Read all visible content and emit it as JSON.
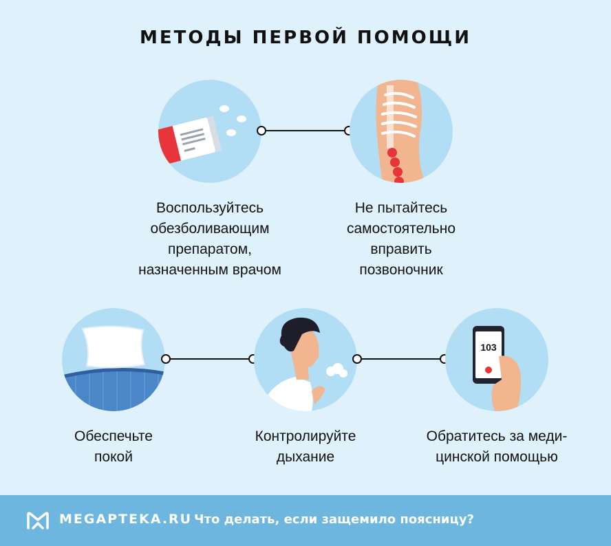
{
  "header": {
    "title": "МЕТОДЫ ПЕРВОЙ ПОМОЩИ"
  },
  "steps": [
    {
      "caption": "Воспользуйтесь\nобезболивающим\nпрепаратом,\nназначенным врачом",
      "icon": "pills-icon"
    },
    {
      "caption": "Не пытайтесь\nсамостоятельно\nвправить\nпозвоночник",
      "icon": "spine-icon"
    },
    {
      "caption": "Обеспечьте\nпокой",
      "icon": "pillow-icon"
    },
    {
      "caption": "Контролируйте\nдыхание",
      "icon": "breathing-icon"
    },
    {
      "caption": "Обратитесь за меди-\nцинской помощью",
      "icon": "phone-icon"
    }
  ],
  "phone": {
    "number": "103"
  },
  "footer": {
    "brand": "MEGAPTEKA.RU",
    "subtitle": "Что делать, если защемило поясницу?"
  },
  "colors": {
    "background": "#dff1fb",
    "circle": "#b2def5",
    "footer": "#6cb6e0",
    "accent_red": "#e8343b",
    "skin": "#f1b68f"
  }
}
